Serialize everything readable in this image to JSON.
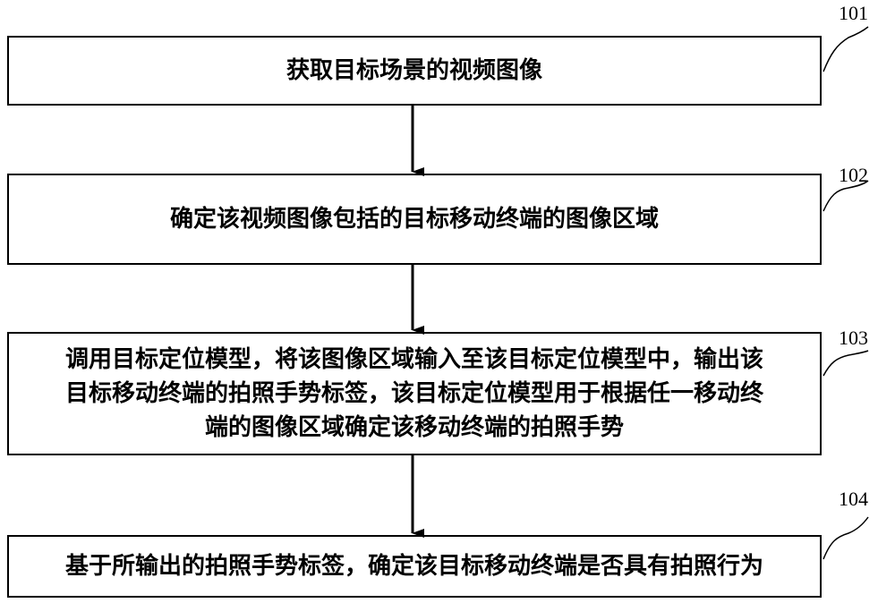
{
  "steps": [
    {
      "label": "101",
      "lines": [
        "获取目标场景的视频图像"
      ]
    },
    {
      "label": "102",
      "lines": [
        "确定该视频图像包括的目标移动终端的图像区域"
      ]
    },
    {
      "label": "103",
      "lines": [
        "调用目标定位模型，将该图像区域输入至该目标定位模型中，输出该",
        "目标移动终端的拍照手势标签，该目标定位模型用于根据任一移动终",
        "端的图像区域确定该移动终端的拍照手势"
      ]
    },
    {
      "label": "104",
      "lines": [
        "基于所输出的拍照手势标签，确定该目标移动终端是否具有拍照行为"
      ]
    }
  ]
}
